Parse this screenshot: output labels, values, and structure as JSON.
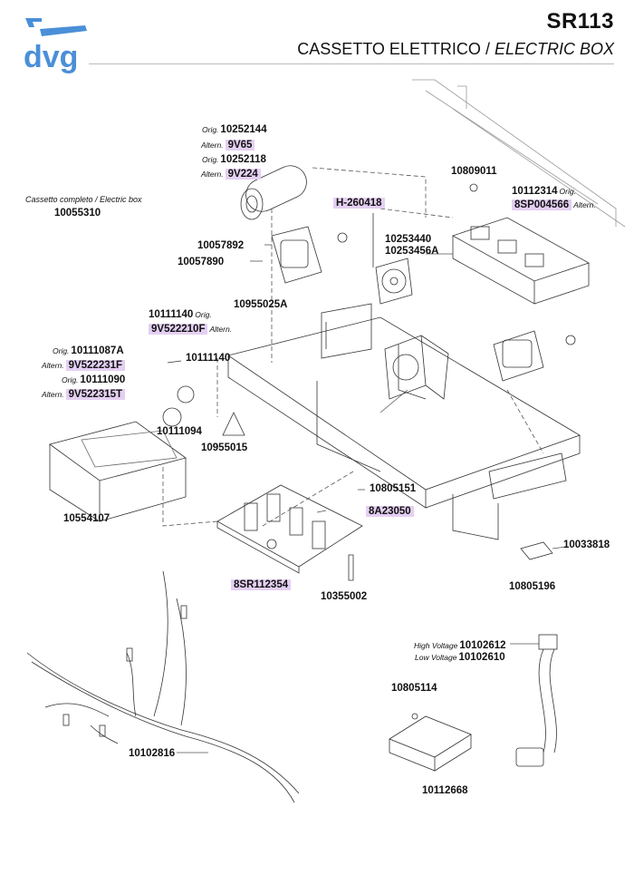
{
  "header": {
    "logo_text": "dvg",
    "model": "SR113",
    "title_it": "CASSETTO ELETTRICO /",
    "title_en": "ELECTRIC BOX"
  },
  "tags": {
    "orig": "Orig.",
    "altern": "Altern.",
    "high_voltage": "High Voltage",
    "low_voltage": "Low Voltage"
  },
  "labels": {
    "complete_box_note": "Cassetto completo / Electric box",
    "complete_box": "10055310",
    "cap_orig1": "10252144",
    "cap_alt1": "9V65",
    "cap_orig2": "10252118",
    "cap_alt2": "9V224",
    "h260418": "H-260418",
    "p10809011": "10809011",
    "relay_orig": "10112314",
    "relay_alt": "8SP004566",
    "p10057892": "10057892",
    "p10057890": "10057890",
    "fan1": "10253440",
    "fan2": "10253456A",
    "p10955025a": "10955025A",
    "fuse_orig": "10111140",
    "fuse_alt": "9V522210F",
    "fh_orig1": "10111087A",
    "fh_alt1": "9V522231F",
    "fh_orig2": "10111090",
    "fh_alt2": "9V522315T",
    "p10111140b": "10111140",
    "p10111094": "10111094",
    "p10955015": "10955015",
    "p10554107": "10554107",
    "p10805151": "10805151",
    "p8a23050": "8A23050",
    "p10033818": "10033818",
    "p10805196": "10805196",
    "board": "8SR112354",
    "p10355002": "10355002",
    "harness": "10102816",
    "hv": "10102612",
    "lv": "10102610",
    "p10805114": "10805114",
    "p10112668": "10112668"
  },
  "colors": {
    "highlight": "#e4cff2",
    "logo_blue": "#4a8fd8"
  }
}
